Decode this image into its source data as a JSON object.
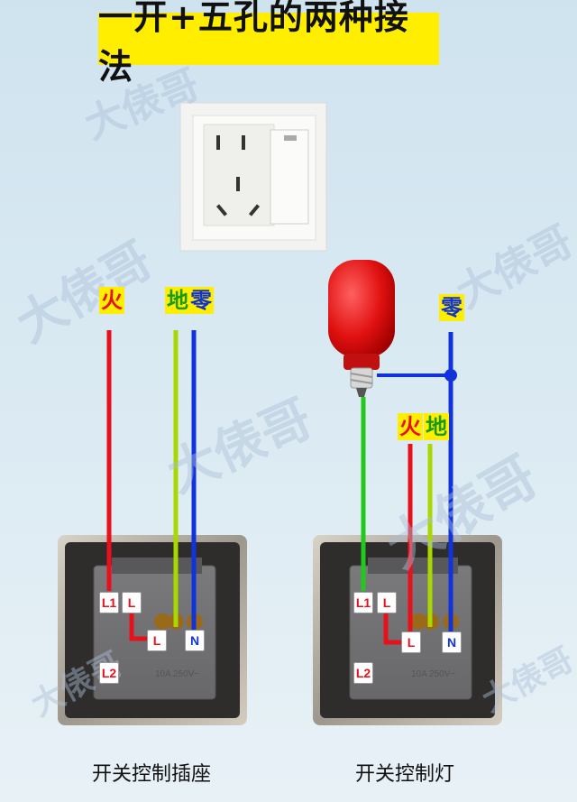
{
  "title": "一开+五孔的两种接法",
  "watermark": "大俵哥",
  "left_labels": {
    "live": "火",
    "ground": "地",
    "neutral": "零"
  },
  "right_labels": {
    "neutral": "零",
    "live": "火",
    "ground": "地"
  },
  "terminals": {
    "l1": "L1",
    "l": "L",
    "l2": "L2",
    "n": "N"
  },
  "rating": "10A 250V~",
  "captions": {
    "left": "开关控制插座",
    "right": "开关控制灯"
  },
  "colors": {
    "live": "#e8101a",
    "ground": "#9ad400",
    "neutral": "#1133dd",
    "lamp_wire": "#22c81e",
    "label_live": "#e8101a",
    "label_ground": "#1a9a10",
    "label_neutral": "#1133cc"
  }
}
